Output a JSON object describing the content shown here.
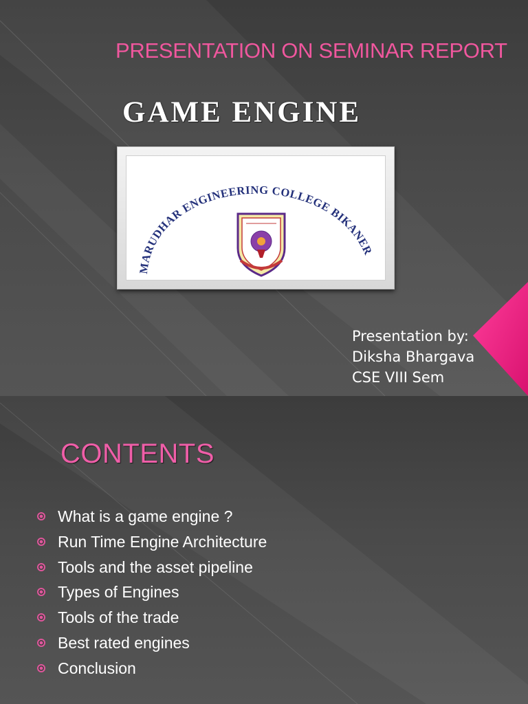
{
  "slide1": {
    "heading": "PRESENTATION ON SEMINAR REPORT",
    "title": "GAME  ENGINE",
    "logo": {
      "college_name": "MARUDHAR ENGINEERING COLLEGE BIKANER",
      "emblem": "college-crest-emblem"
    },
    "presenter": {
      "label": "Presentation by:",
      "name": "Diksha Bhargava",
      "class": "CSE VIII Sem"
    }
  },
  "slide2": {
    "title": "CONTENTS",
    "items": [
      "What is a game engine ?",
      "Run Time Engine Architecture",
      "Tools and the asset pipeline",
      "Types of Engines",
      "Tools of the trade",
      "Best rated engines",
      "Conclusion"
    ]
  },
  "colors": {
    "accent_pink": "#f0579e",
    "background_gray": "#4a4a4a",
    "text_white": "#ffffff",
    "logo_blue": "#23307a"
  }
}
